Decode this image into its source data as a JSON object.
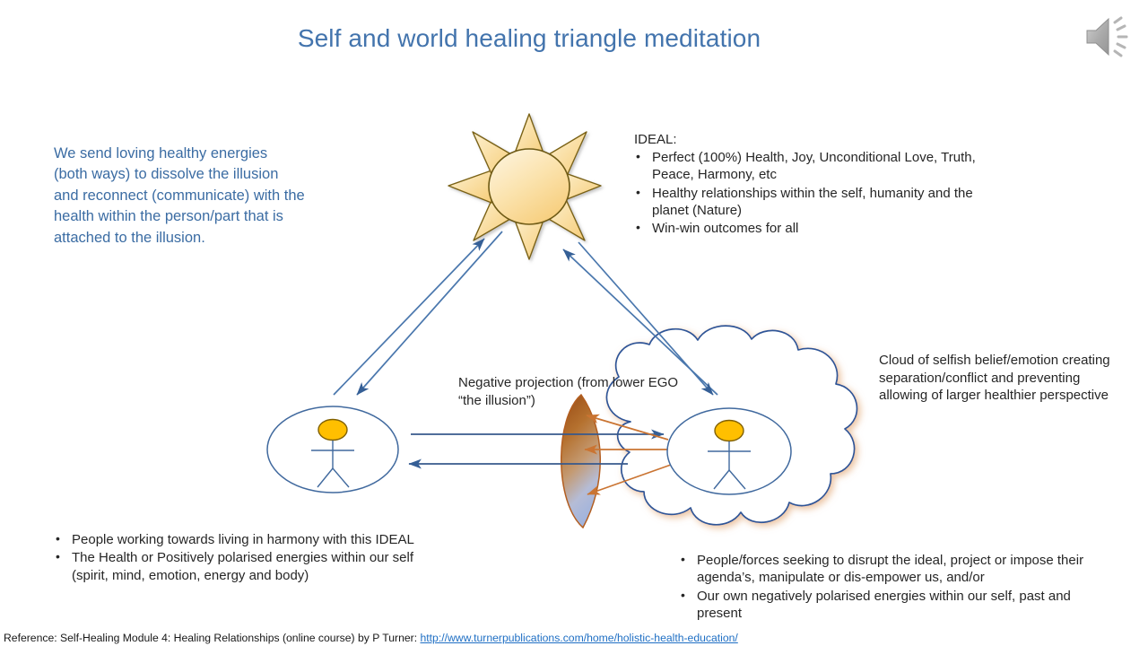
{
  "slide": {
    "title": "Self and world healing triangle meditation",
    "title_color": "#4374ad",
    "background": "#ffffff"
  },
  "audio": {
    "icon": "speaker-icon",
    "color": "#a6a6a6"
  },
  "left_intro": {
    "text": "We send loving healthy energies (both ways) to dissolve the illusion and reconnect (communicate) with the health within the person/part that is attached to the illusion.",
    "color": "#3b6ca3"
  },
  "ideal": {
    "heading": "IDEAL:",
    "bullets": [
      "Perfect  (100%) Health, Joy, Unconditional Love, Truth, Peace, Harmony, etc",
      "Healthy relationships within the self, humanity and the planet (Nature)",
      "Win-win outcomes for all"
    ]
  },
  "negative_projection": {
    "text": "Negative projection (from lower EGO “the illusion”)"
  },
  "cloud_note": {
    "text": "Cloud of selfish belief/emotion creating separation/conflict and preventing allowing of larger healthier perspective"
  },
  "bottom_left": {
    "bullets": [
      "People working towards living in harmony with this IDEAL",
      "The Health or Positively polarised energies within our self (spirit, mind, emotion, energy and body)"
    ]
  },
  "bottom_right": {
    "bullets": [
      "People/forces seeking to disrupt the ideal, project or impose their agenda’s, manipulate or dis-empower us, and/or",
      "Our own negatively polarised energies within our self, past and present"
    ]
  },
  "reference": {
    "prefix": "Reference: Self-Healing Module 4: Healing Relationships (online course) by P Turner: ",
    "link_text": "http://www.turnerpublications.com/home/holistic-health-education/",
    "link_color": "#1f6fc4"
  },
  "graphics": {
    "sun": {
      "name": "sun-shape",
      "fill_light": "#fdf0cf",
      "fill_dark": "#f6cf7a",
      "stroke": "#7f6000",
      "rays": 8
    },
    "person_left": {
      "name": "person-in-ellipse-left",
      "head_fill": "#ffbf00",
      "head_stroke": "#806000",
      "body_stroke": "#40699e",
      "ellipse_stroke": "#40699e"
    },
    "person_right": {
      "name": "person-in-ellipse-right",
      "head_fill": "#ffbf00",
      "head_stroke": "#806000",
      "body_stroke": "#40699e",
      "ellipse_stroke": "#40699e"
    },
    "cloud": {
      "name": "cloud-shape",
      "stroke": "#2f5597",
      "fill": "#ffffff",
      "shadow": "#f2cdae"
    },
    "crescent": {
      "name": "crescent-illusion-barrier",
      "gradient_top": "#a85c1d",
      "gradient_mid": "#c08b55",
      "gradient_bottom": "#a8bde0",
      "stroke": "#b45f1f"
    },
    "arrows": {
      "blue": "#40699e",
      "orange": "#ca7432"
    }
  }
}
